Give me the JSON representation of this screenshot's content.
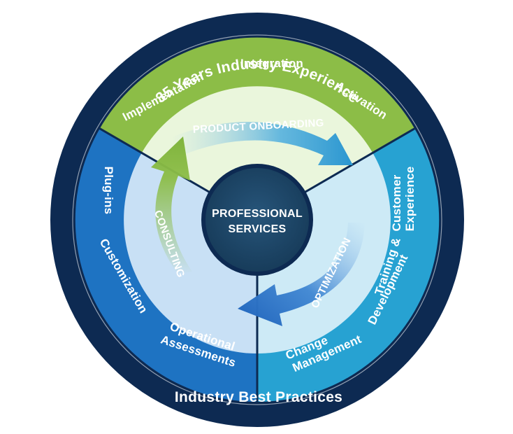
{
  "outer_ring": {
    "top_label": "35 Years Industry Experience",
    "bottom_label": "Industry Best Practices"
  },
  "segments": {
    "top": [
      "Implementation",
      "Integration",
      "Activation"
    ],
    "left": [
      "Plug-ins",
      "Customization",
      "Operational",
      "Assessments"
    ],
    "right": [
      "Customer",
      "Experience",
      "Training &",
      "Development",
      "Change",
      "Management"
    ]
  },
  "arrows": {
    "top": "PRODUCT ONBOARDING",
    "right": "OPTIMIZATION",
    "left": "CONSULTING"
  },
  "center": {
    "line1": "PROFESSIONAL",
    "line2": "SERVICES"
  },
  "colors": {
    "outer_ring": "#0d2a52",
    "top_segment": "#8cbd47",
    "left_segment": "#1e73c2",
    "right_segment": "#27a2d2",
    "center_circle": "#1c4a6b"
  }
}
